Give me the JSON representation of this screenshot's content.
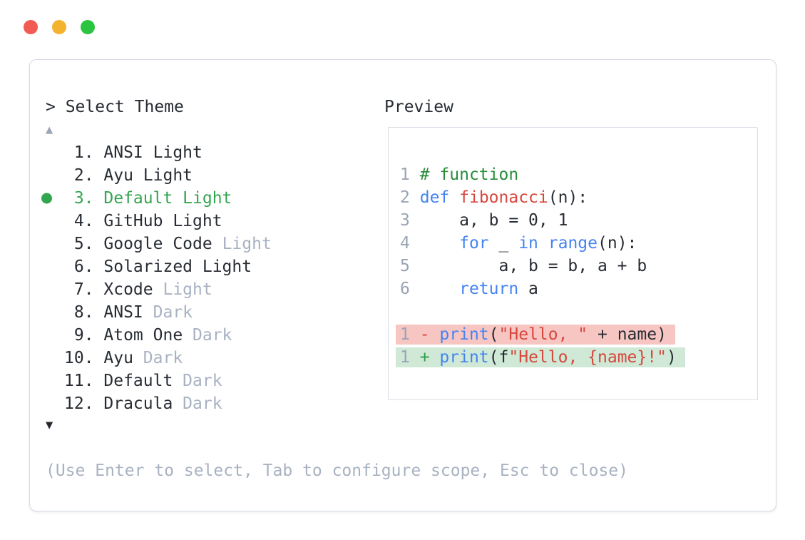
{
  "window": {
    "traffic_lights": [
      {
        "name": "close-button",
        "color_key": "light-red"
      },
      {
        "name": "minimize-button",
        "color_key": "light-yellow"
      },
      {
        "name": "maximize-button",
        "color_key": "light-green"
      }
    ]
  },
  "selector": {
    "title": "> Select Theme",
    "scroll_up_arrow": "▲",
    "scroll_down_arrow": "▼",
    "items": [
      {
        "num": " 1",
        "name": "ANSI Light",
        "variant": "",
        "selected": false
      },
      {
        "num": " 2",
        "name": "Ayu Light",
        "variant": "",
        "selected": false
      },
      {
        "num": " 3",
        "name": "Default Light",
        "variant": "",
        "selected": true
      },
      {
        "num": " 4",
        "name": "GitHub Light",
        "variant": "",
        "selected": false
      },
      {
        "num": " 5",
        "name": "Google Code",
        "variant": "Light",
        "selected": false
      },
      {
        "num": " 6",
        "name": "Solarized Light",
        "variant": "",
        "selected": false
      },
      {
        "num": " 7",
        "name": "Xcode",
        "variant": "Light",
        "selected": false
      },
      {
        "num": " 8",
        "name": "ANSI",
        "variant": "Dark",
        "selected": false
      },
      {
        "num": " 9",
        "name": "Atom One",
        "variant": "Dark",
        "selected": false
      },
      {
        "num": "10",
        "name": "Ayu",
        "variant": "Dark",
        "selected": false
      },
      {
        "num": "11",
        "name": "Default",
        "variant": "Dark",
        "selected": false
      },
      {
        "num": "12",
        "name": "Dracula",
        "variant": "Dark",
        "selected": false
      }
    ],
    "hint": "(Use Enter to select, Tab to configure scope, Esc to close)"
  },
  "preview": {
    "label": "Preview",
    "code_lines": [
      {
        "num": "1",
        "tokens": [
          {
            "t": "# function",
            "c": "comment"
          }
        ]
      },
      {
        "num": "2",
        "tokens": [
          {
            "t": "def",
            "c": "keyword"
          },
          {
            "t": " ",
            "c": "plain"
          },
          {
            "t": "fibonacci",
            "c": "function"
          },
          {
            "t": "(n):",
            "c": "plain"
          }
        ]
      },
      {
        "num": "3",
        "tokens": [
          {
            "t": "    a, b = 0, 1",
            "c": "plain"
          }
        ]
      },
      {
        "num": "4",
        "tokens": [
          {
            "t": "    ",
            "c": "plain"
          },
          {
            "t": "for",
            "c": "keyword"
          },
          {
            "t": " _ ",
            "c": "plain"
          },
          {
            "t": "in",
            "c": "keyword"
          },
          {
            "t": " ",
            "c": "plain"
          },
          {
            "t": "range",
            "c": "keyword"
          },
          {
            "t": "(n):",
            "c": "plain"
          }
        ]
      },
      {
        "num": "5",
        "tokens": [
          {
            "t": "        a, b = b, a + b",
            "c": "plain"
          }
        ]
      },
      {
        "num": "6",
        "tokens": [
          {
            "t": "    ",
            "c": "plain"
          },
          {
            "t": "return",
            "c": "keyword"
          },
          {
            "t": " a",
            "c": "plain"
          }
        ]
      }
    ],
    "diff_lines": [
      {
        "num": "1",
        "change": "removed",
        "tokens": [
          {
            "t": "- ",
            "c": "minus"
          },
          {
            "t": "print",
            "c": "keyword"
          },
          {
            "t": "(",
            "c": "plain"
          },
          {
            "t": "\"Hello, \"",
            "c": "string"
          },
          {
            "t": " + name)",
            "c": "plain"
          }
        ]
      },
      {
        "num": "1",
        "change": "added",
        "tokens": [
          {
            "t": "+ ",
            "c": "plus"
          },
          {
            "t": "print",
            "c": "keyword"
          },
          {
            "t": "(f",
            "c": "plain"
          },
          {
            "t": "\"Hello, {name}!\"",
            "c": "string"
          },
          {
            "t": ")",
            "c": "plain"
          }
        ]
      }
    ]
  },
  "colors": {
    "text": "#272c33",
    "muted": "#a8b2c2",
    "selected": "#32a64f",
    "comment": "#2a8c3c",
    "keyword": "#4583f1",
    "function": "#d7473d",
    "string": "#d7473d",
    "linenum": "#9aa4b3",
    "minus": "#d7473d",
    "plus": "#2f9e4f",
    "removed-bg": "#f7c6c3",
    "added-bg": "#cfe9d6",
    "panel-border": "#d5dae2",
    "box-border": "#d8dce3",
    "arrow-up": "#9aa5b6",
    "arrow-down": "#23282f",
    "light-red": "#f25b52",
    "light-yellow": "#f3b32f",
    "light-green": "#2bc440"
  }
}
